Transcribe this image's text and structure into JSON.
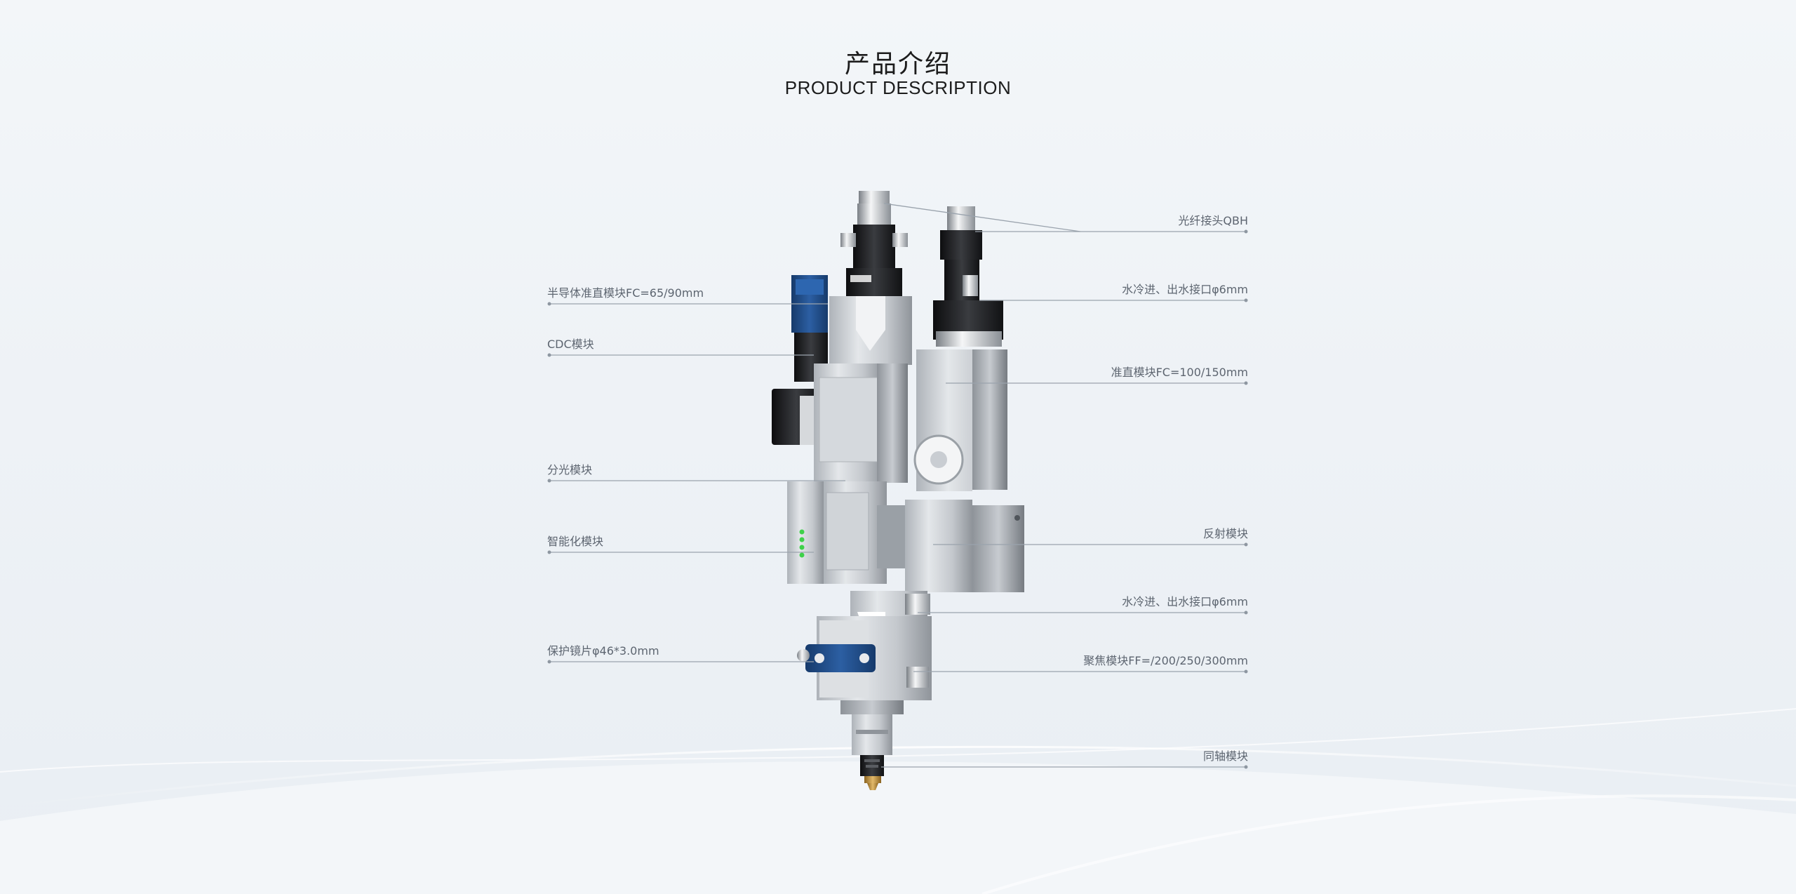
{
  "header": {
    "title_cn": "产品介绍",
    "title_en": "PRODUCT DESCRIPTION"
  },
  "labels_left": [
    {
      "id": "semiconductor-collimator",
      "text": "半导体准直模块FC=65/90mm"
    },
    {
      "id": "cdc-module",
      "text": "CDC模块"
    },
    {
      "id": "beam-splitter",
      "text": "分光模块"
    },
    {
      "id": "smart-module",
      "text": "智能化模块"
    },
    {
      "id": "protective-lens",
      "text": "保护镜片φ46*3.0mm"
    }
  ],
  "labels_right": [
    {
      "id": "fiber-connector",
      "text": "光纤接头QBH"
    },
    {
      "id": "water-cooling-upper",
      "text": "水冷进、出水接口φ6mm"
    },
    {
      "id": "collimator",
      "text": "准直模块FC=100/150mm"
    },
    {
      "id": "reflection",
      "text": "反射模块"
    },
    {
      "id": "water-cooling-lower",
      "text": "水冷进、出水接口φ6mm"
    },
    {
      "id": "focusing",
      "text": "聚焦模块FF=/200/250/300mm"
    },
    {
      "id": "coaxial",
      "text": "同轴模块"
    }
  ],
  "colors": {
    "leader_line": "#9aa3ad",
    "body_silver": "#c9cdd2",
    "body_dark": "#1e1f22",
    "accent_blue": "#1f4e8c",
    "led_green": "#3fd14a",
    "nozzle_brass": "#c99a4a"
  }
}
